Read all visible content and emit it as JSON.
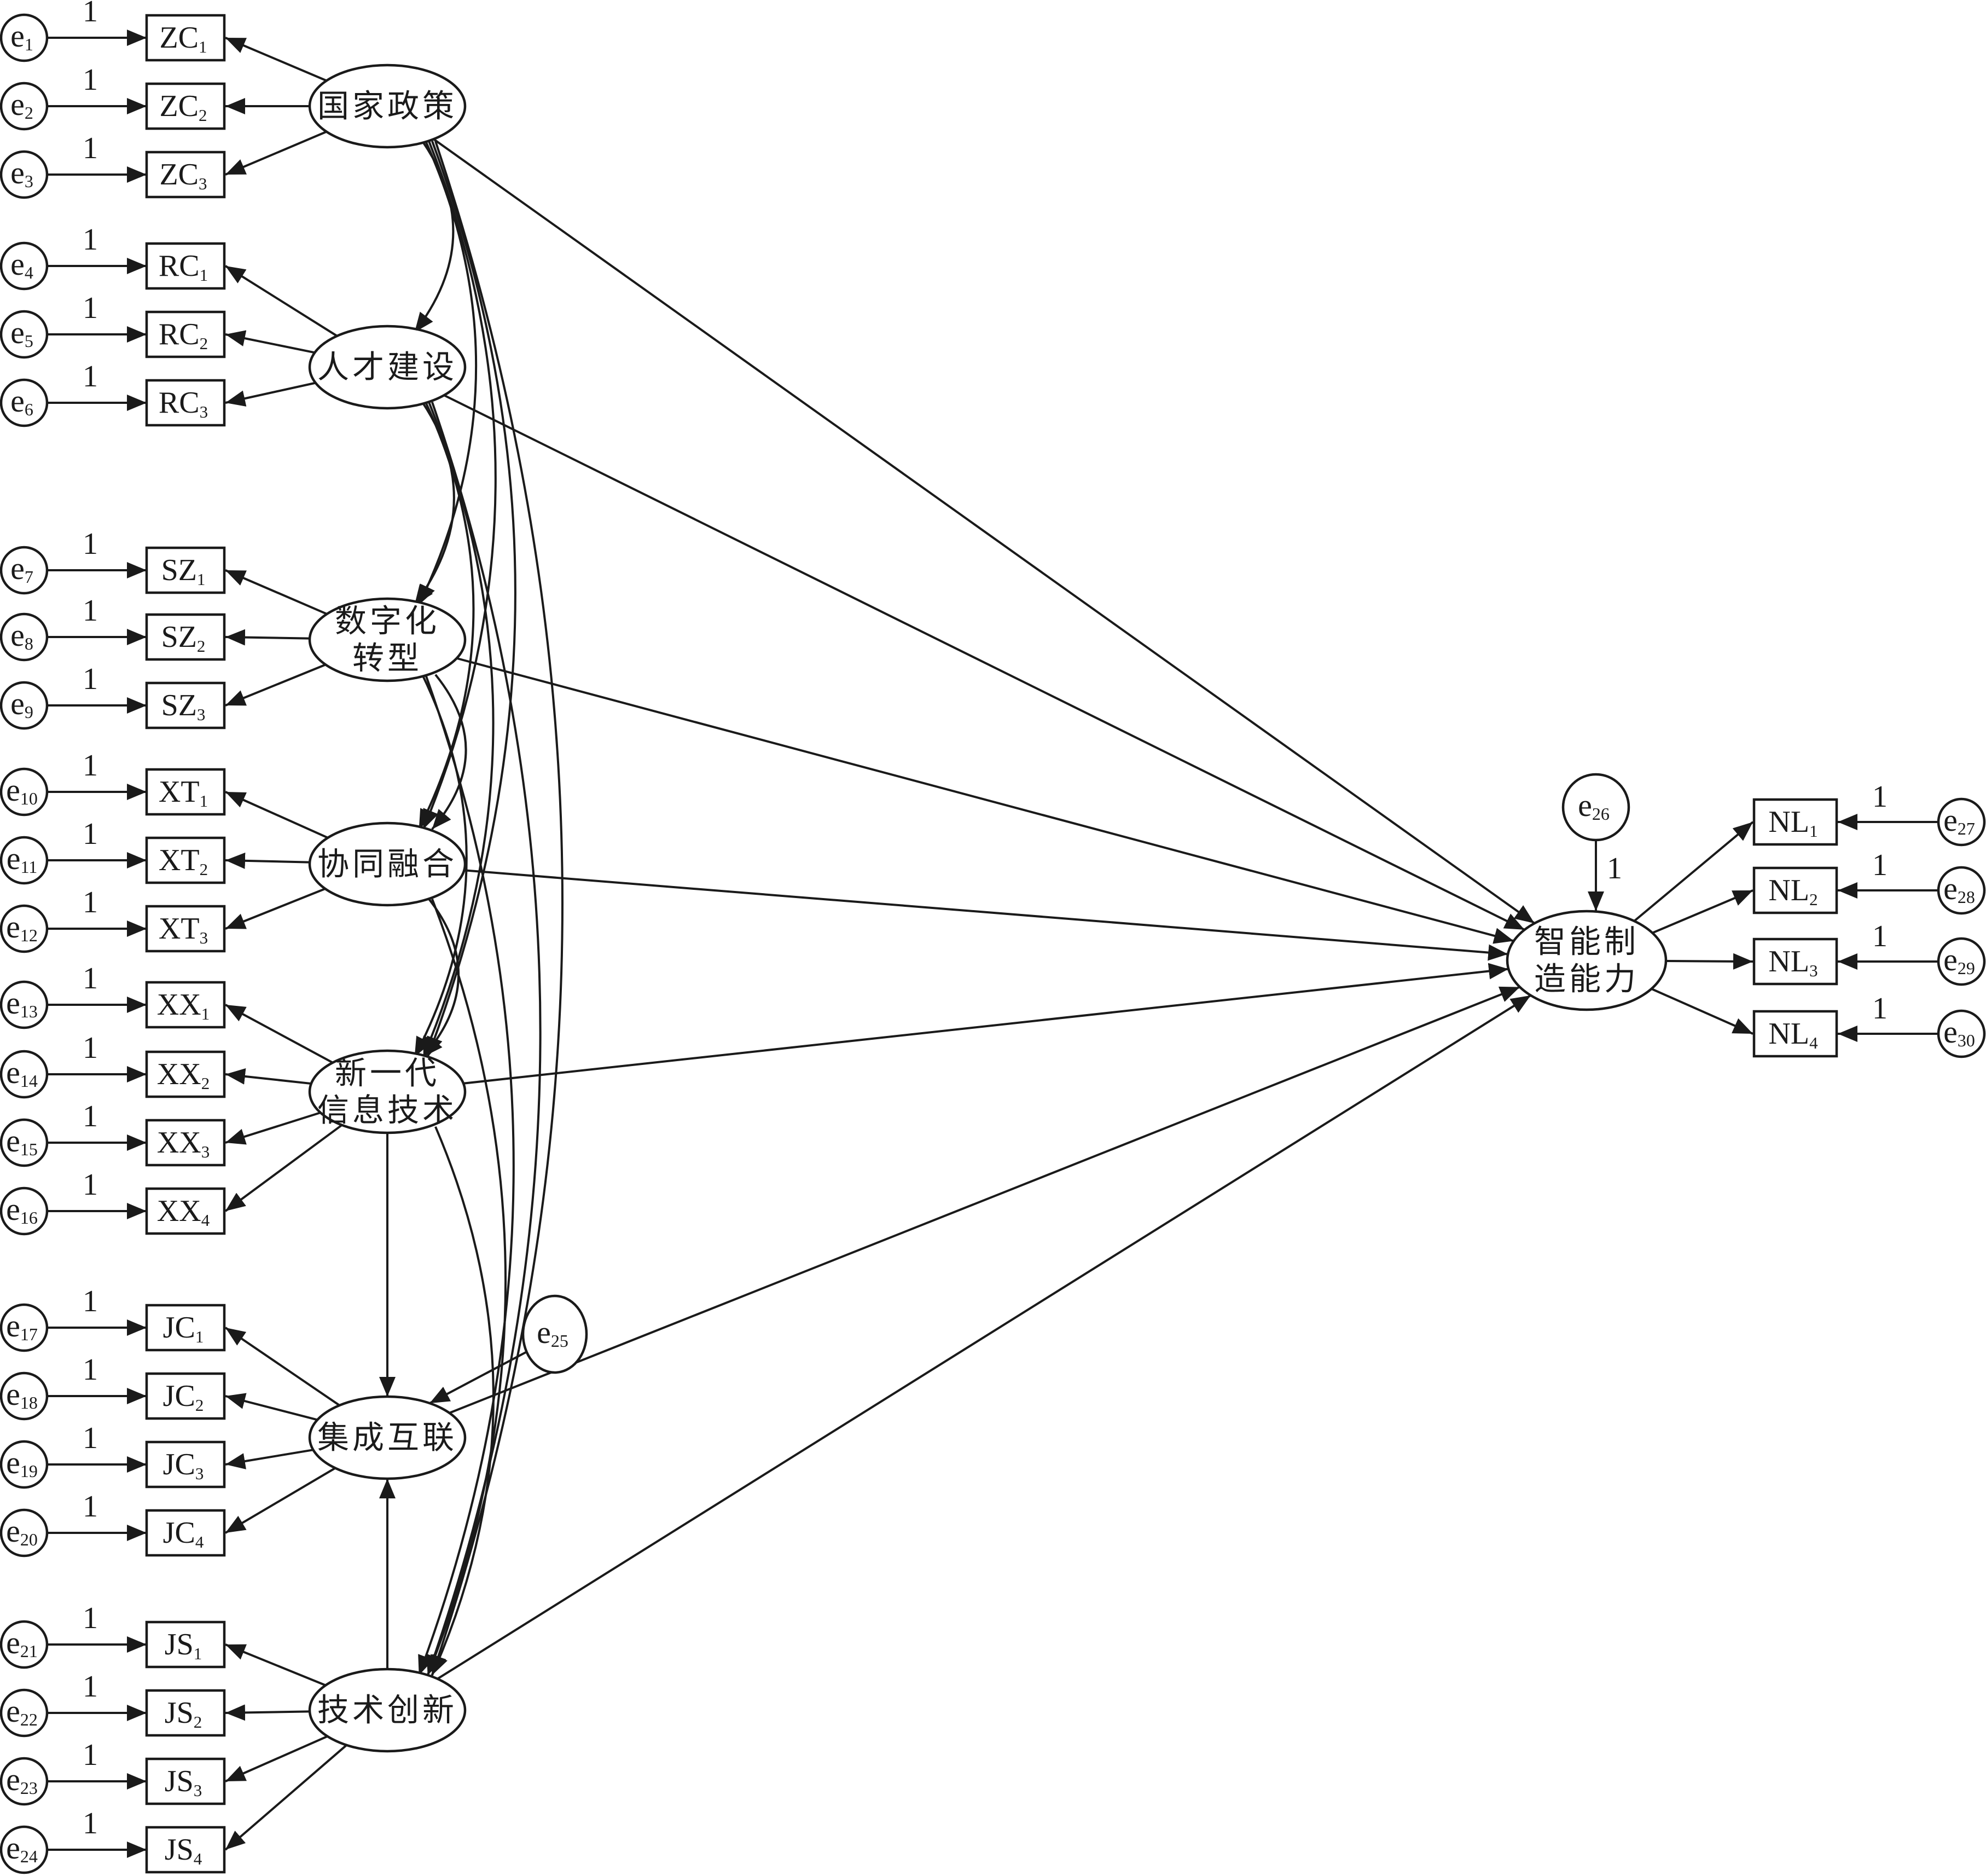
{
  "diagram_type": "structural-equation-model",
  "latent_factors": [
    {
      "id": "ZC",
      "label": "国家政策",
      "indicators": [
        "ZC1",
        "ZC2",
        "ZC3"
      ],
      "errors": [
        "e1",
        "e2",
        "e3"
      ]
    },
    {
      "id": "RC",
      "label": "人才建设",
      "indicators": [
        "RC1",
        "RC2",
        "RC3"
      ],
      "errors": [
        "e4",
        "e5",
        "e6"
      ]
    },
    {
      "id": "SZ",
      "label": "数字化转型",
      "label_lines": [
        "数字化",
        "转型"
      ],
      "indicators": [
        "SZ1",
        "SZ2",
        "SZ3"
      ],
      "errors": [
        "e7",
        "e8",
        "e9"
      ]
    },
    {
      "id": "XT",
      "label": "协同融合",
      "indicators": [
        "XT1",
        "XT2",
        "XT3"
      ],
      "errors": [
        "e10",
        "e11",
        "e12"
      ]
    },
    {
      "id": "XX",
      "label": "新一代信息技术",
      "label_lines": [
        "新一代",
        "信息技术"
      ],
      "indicators": [
        "XX1",
        "XX2",
        "XX3",
        "XX4"
      ],
      "errors": [
        "e13",
        "e14",
        "e15",
        "e16"
      ]
    },
    {
      "id": "JC",
      "label": "集成互联",
      "indicators": [
        "JC1",
        "JC2",
        "JC3",
        "JC4"
      ],
      "errors": [
        "e17",
        "e18",
        "e19",
        "e20"
      ],
      "disturbance": "e25"
    },
    {
      "id": "JS",
      "label": "技术创新",
      "indicators": [
        "JS1",
        "JS2",
        "JS3",
        "JS4"
      ],
      "errors": [
        "e21",
        "e22",
        "e23",
        "e24"
      ]
    }
  ],
  "outcome": {
    "id": "NL",
    "label": "智能制造能力",
    "label_lines": [
      "智能制",
      "造能力"
    ],
    "indicators": [
      "NL1",
      "NL2",
      "NL3",
      "NL4"
    ],
    "errors": [
      "e27",
      "e28",
      "e29",
      "e30"
    ],
    "disturbance": "e26"
  },
  "error_path_label": "1",
  "structural_paths": [
    {
      "from": "ZC",
      "to": "NL"
    },
    {
      "from": "RC",
      "to": "NL"
    },
    {
      "from": "SZ",
      "to": "NL"
    },
    {
      "from": "XT",
      "to": "NL"
    },
    {
      "from": "XX",
      "to": "NL"
    },
    {
      "from": "JC",
      "to": "NL"
    },
    {
      "from": "JS",
      "to": "NL"
    },
    {
      "from": "XX",
      "to": "JC"
    },
    {
      "from": "JS",
      "to": "JC"
    }
  ],
  "covariances": [
    [
      "ZC",
      "RC"
    ],
    [
      "ZC",
      "SZ"
    ],
    [
      "ZC",
      "XT"
    ],
    [
      "ZC",
      "XX"
    ],
    [
      "ZC",
      "JS"
    ],
    [
      "RC",
      "SZ"
    ],
    [
      "RC",
      "XT"
    ],
    [
      "RC",
      "XX"
    ],
    [
      "RC",
      "JS"
    ],
    [
      "SZ",
      "XT"
    ],
    [
      "SZ",
      "XX"
    ],
    [
      "SZ",
      "JS"
    ],
    [
      "XT",
      "XX"
    ],
    [
      "XT",
      "JS"
    ],
    [
      "XX",
      "JS"
    ]
  ]
}
